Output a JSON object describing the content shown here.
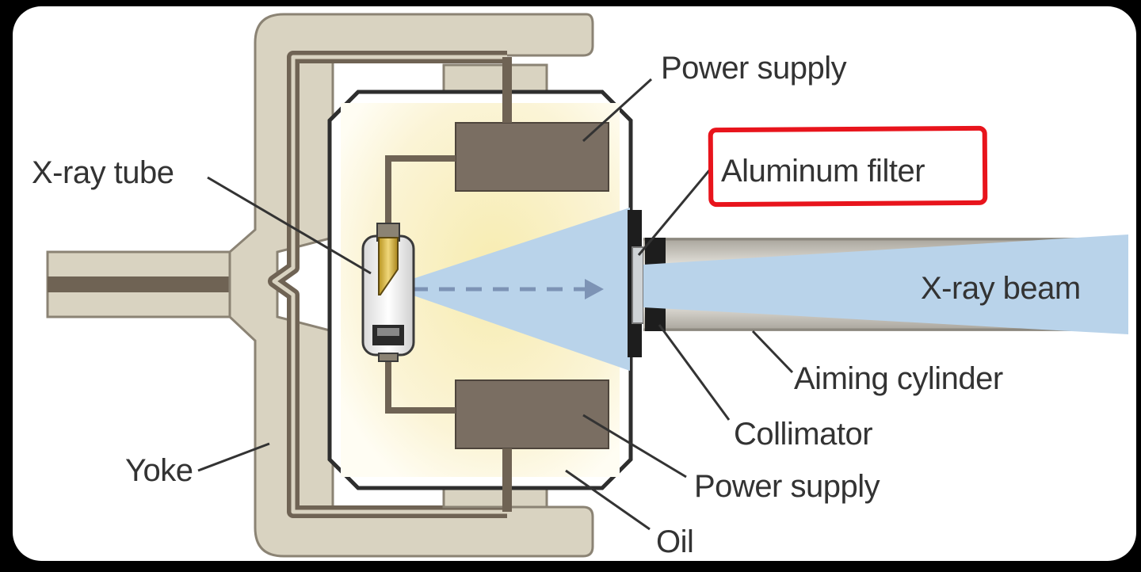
{
  "labels": {
    "power_supply_top": "Power supply",
    "xray_tube": "X-ray tube",
    "aluminum_filter": "Aluminum filter",
    "xray_beam": "X-ray beam",
    "aiming_cylinder": "Aiming cylinder",
    "collimator": "Collimator",
    "yoke": "Yoke",
    "power_supply_bottom": "Power supply",
    "oil": "Oil"
  },
  "colors": {
    "yoke_fill": "#d9d3c1",
    "housing_fill": "#f7eebb",
    "power_supply_fill": "#7a6e62",
    "beam_fill": "#b9d3ea",
    "highlight": "#e8141c",
    "leader_line": "#333333"
  }
}
